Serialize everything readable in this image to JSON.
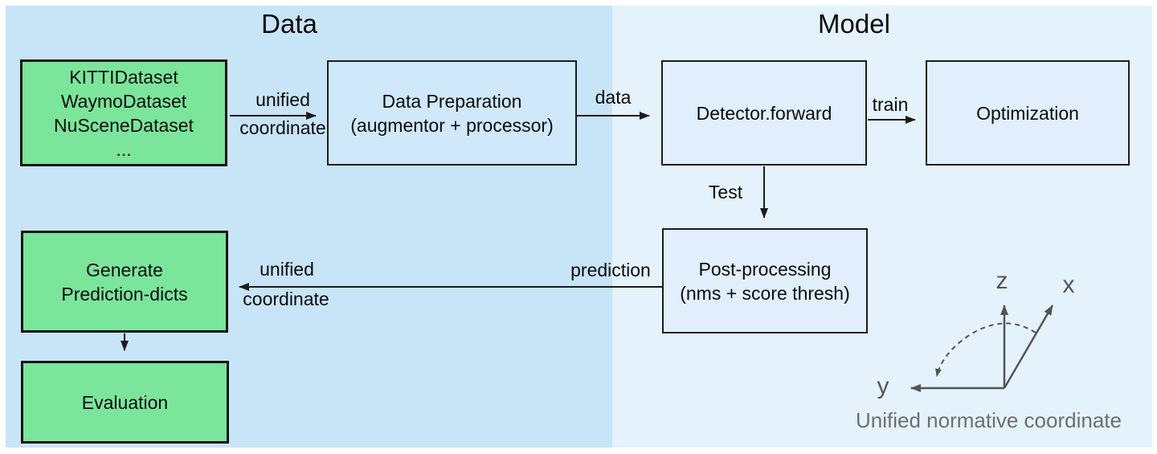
{
  "header": {
    "data_title": "Data",
    "model_title": "Model"
  },
  "boxes": {
    "datasets": {
      "lines": [
        "KITTIDataset",
        "WaymoDataset",
        "NuSceneDataset",
        "..."
      ]
    },
    "data_preparation": {
      "title": "Data Preparation",
      "subtitle": "(augmentor + processor)"
    },
    "detector": {
      "title": "Detector.forward"
    },
    "optimization": {
      "title": "Optimization"
    },
    "post_processing": {
      "title": "Post-processing",
      "subtitle": "(nms + score thresh)"
    },
    "generate_prediction": {
      "line1": "Generate",
      "line2": "Prediction-dicts"
    },
    "evaluation": {
      "title": "Evaluation"
    }
  },
  "arrow_labels": {
    "unified_top_line1": "unified",
    "unified_top_line2": "coordinate",
    "data": "data",
    "train": "train",
    "test": "Test",
    "prediction": "prediction",
    "unified_bottom_line1": "unified",
    "unified_bottom_line2": "coordinate"
  },
  "axes": {
    "z": "z",
    "x": "x",
    "y": "y",
    "caption": "Unified normative coordinate"
  },
  "colors": {
    "left_bg": "#c8e4f7",
    "right_bg": "#e4f2fb",
    "box_fill": "#e0effb",
    "box_fill_left": "#cfe8fa",
    "green_fill": "#7be59b",
    "border": "#1c1c1c",
    "axes": "#555555",
    "caption_text": "#6e6e6e"
  }
}
